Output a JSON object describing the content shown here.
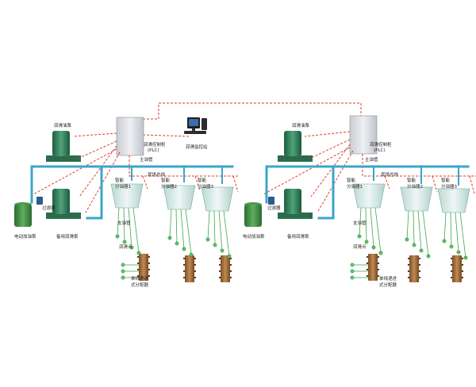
{
  "colors": {
    "pipe": "#3aa6c9",
    "bus": "#e23b2e",
    "feed": "#3aa84a",
    "cabinet": "#d9dbe0",
    "pump": "#2e7a55",
    "tank": "#3a8a40",
    "distributor": "#d9ece8",
    "block": "#9a6b3b"
  },
  "common": {
    "pc_label": "润滑监控站"
  },
  "systems": [
    {
      "controller_label": "润滑控制柜",
      "controller_sub": "(PLC)",
      "main_pump_label": "润滑油泵",
      "backup_pump_label": "备用润滑泵",
      "refill_pump_label": "电动加油泵",
      "filter_label": "过滤器",
      "main_pipe_label": "主油管",
      "bus_label": "现场总线",
      "branch_pipe_label": "支油管",
      "lube_point_label": "润滑点",
      "progressive_label": "单线递进",
      "progressive_label2": "式分配器",
      "distributors": [
        {
          "label1": "智能",
          "label2": "分油器1"
        },
        {
          "label1": "智能",
          "label2": "分油器2"
        },
        {
          "label1": "智能",
          "label2": "分油器3"
        }
      ]
    },
    {
      "controller_label": "润滑控制柜",
      "controller_sub": "(PLC)",
      "main_pump_label": "润滑油泵",
      "backup_pump_label": "备用润滑泵",
      "refill_pump_label": "电动加油泵",
      "filter_label": "过滤器",
      "main_pipe_label": "主油管",
      "bus_label": "现场总线",
      "branch_pipe_label": "支油管",
      "lube_point_label": "润滑点",
      "progressive_label": "单线递进",
      "progressive_label2": "式分配器",
      "distributors": [
        {
          "label1": "智能",
          "label2": "分油器1"
        },
        {
          "label1": "智能",
          "label2": "分油器2"
        },
        {
          "label1": "智能",
          "label2": "分油器3"
        }
      ]
    }
  ]
}
